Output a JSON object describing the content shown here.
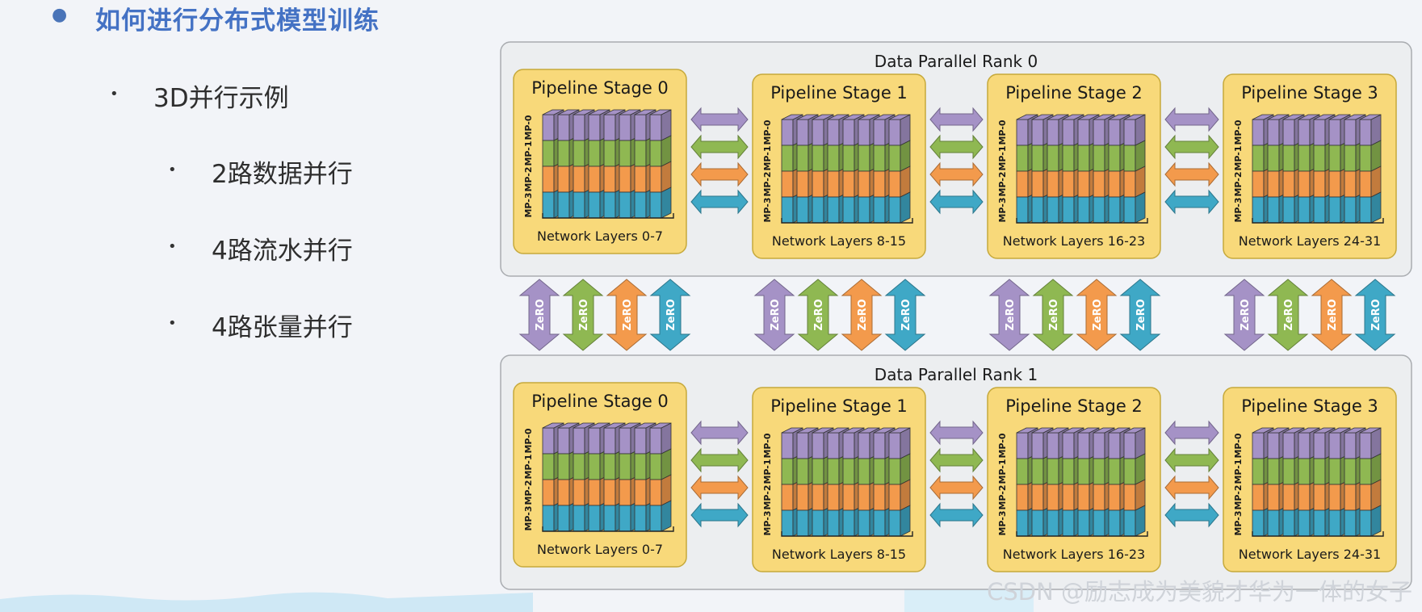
{
  "slide": {
    "title": "如何进行分布式模型训练",
    "bullets": [
      {
        "level": 1,
        "text": "3D并行示例"
      },
      {
        "level": 2,
        "text": "2路数据并行"
      },
      {
        "level": 2,
        "text": "4路流水并行"
      },
      {
        "level": 2,
        "text": "4路张量并行"
      }
    ]
  },
  "diagram": {
    "ranks": [
      {
        "label": "Data Parallel Rank 0",
        "stages": [
          {
            "label": "Pipeline Stage 0",
            "layers": "Network Layers 0-7"
          },
          {
            "label": "Pipeline Stage 1",
            "layers": "Network Layers 8-15"
          },
          {
            "label": "Pipeline Stage 2",
            "layers": "Network Layers 16-23"
          },
          {
            "label": "Pipeline Stage 3",
            "layers": "Network Layers 24-31"
          }
        ]
      },
      {
        "label": "Data Parallel Rank 1",
        "stages": [
          {
            "label": "Pipeline Stage 0",
            "layers": "Network Layers 0-7"
          },
          {
            "label": "Pipeline Stage 1",
            "layers": "Network Layers 8-15"
          },
          {
            "label": "Pipeline Stage 2",
            "layers": "Network Layers 16-23"
          },
          {
            "label": "Pipeline Stage 3",
            "layers": "Network Layers 24-31"
          }
        ]
      }
    ],
    "mp_labels": [
      "MP-0",
      "MP-1",
      "MP-2",
      "MP-3"
    ],
    "mp_colors": [
      "#a592c6",
      "#8fb852",
      "#f39a4c",
      "#3fa8c6"
    ],
    "zero_label": "ZeRO",
    "stage_fill": "#f8d97a",
    "stage_border": "#c6a93b"
  },
  "watermark": "CSDN @励志成为美貌才华为一体的女子"
}
